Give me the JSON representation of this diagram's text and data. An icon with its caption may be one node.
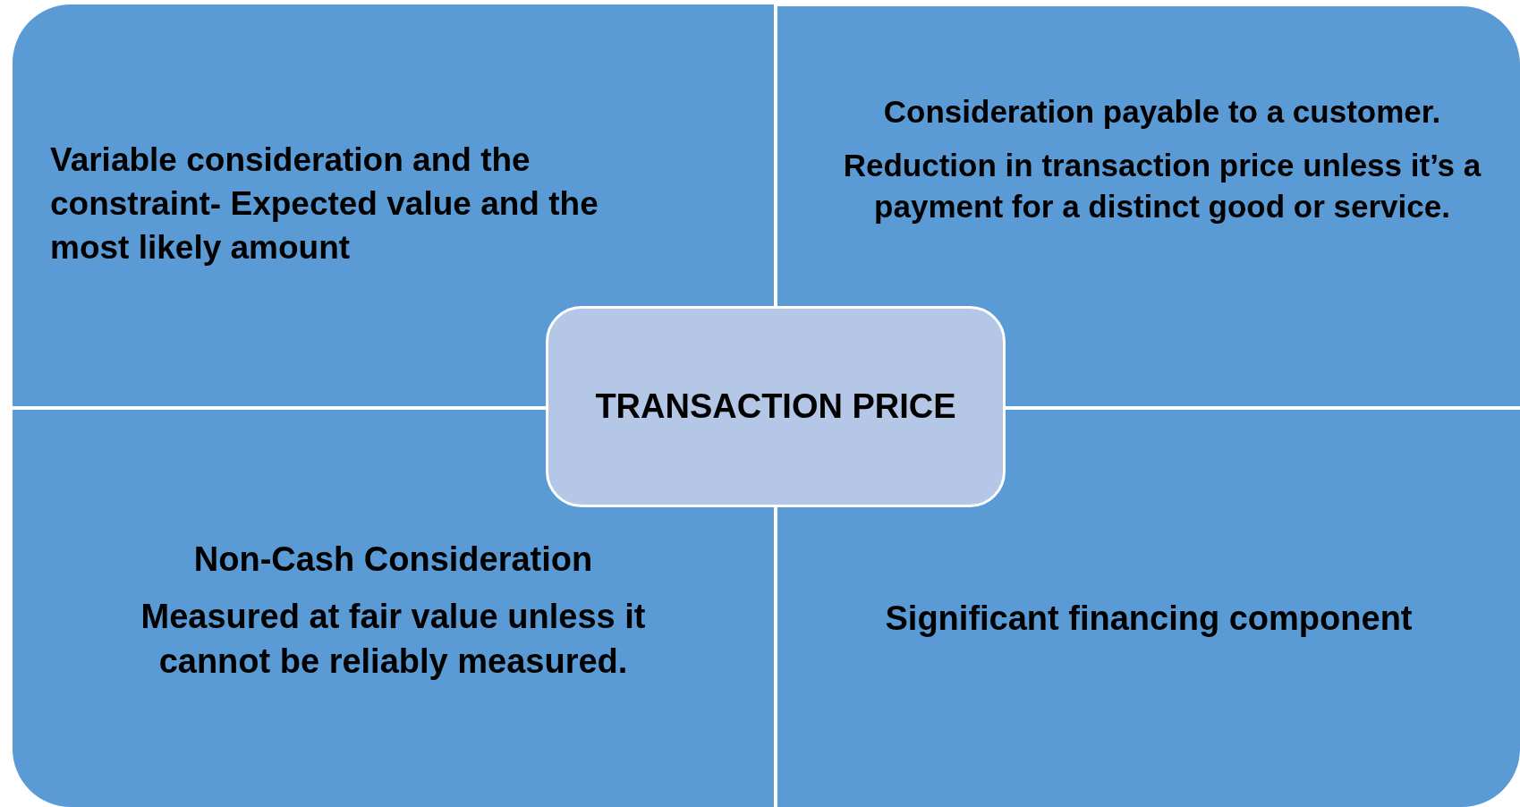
{
  "diagram": {
    "nodes": [
      {
        "text": [
          "Variable consideration and the constraint- Expected value and the most likely amount"
        ]
      },
      {
        "text": [
          "Consideration payable to a customer.",
          "Reduction in transaction price unless it’s a payment for a distinct good or service."
        ]
      },
      {
        "text": [
          "TRANSACTION PRICE"
        ]
      },
      {
        "text": [
          "Non-Cash Consideration",
          "Measured at fair value unless it cannot be reliably measured."
        ]
      },
      {
        "text": [
          "Significant financing component"
        ]
      }
    ]
  }
}
